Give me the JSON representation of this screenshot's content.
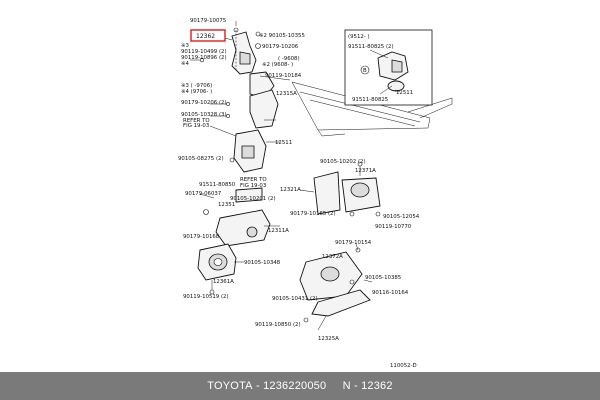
{
  "diagram": {
    "highlight_part": "12362",
    "labels": {
      "p90179_10075": "90179-10075",
      "p12362": "12362",
      "p90105_10355": "※2 90105-10355",
      "p90179_10206": "90179-10206",
      "m3a": "※3",
      "p90119_10499": "90119-10499 (2)",
      "p90119_10896": "90119-10896 (2)",
      "m4a": "※4",
      "r9608a": "(      -9608)",
      "r9608b": "※2 (9608-      )",
      "p90119_10184": "90119-10184",
      "m3b": "※3 (      -9706)",
      "m4b": "※4 (9706-      )",
      "p12315A": "12315A",
      "p90179_10206b": "90179-10206 (2)",
      "p90105_10328": "90105-10328 (3)",
      "refer1a": "REFER TO",
      "refer1b": "FIG 19-03",
      "p12511": "12511",
      "p90105_08275": "90105-08275 (2)",
      "p91511_80850": "91511-80850",
      "refer2a": "REFER TO",
      "refer2b": "FIG 19-03",
      "p90179_06037": "90179-06037",
      "p12351": "12351",
      "p90105_10201": "90105-10201 (2)",
      "p12311A": "12311A",
      "p90179_10168": "90179-10168",
      "p90105_10348": "90105-10348",
      "p12361A": "12361A",
      "p90119_10519": "90119-10519 (2)",
      "p9512": "(9512-      )",
      "p91511_80825a": "91511-80825 (2)",
      "circ_b": "B",
      "p12511b": "12511",
      "p91511_80825b": "91511-80825",
      "p90105_10202": "90105-10202 (2)",
      "p12371A": "12371A",
      "p12321A": "12321A",
      "p90179_10165": "90179-10165 (2)",
      "p90105_12054": "90105-12054",
      "p90119_10770": "90119-10770",
      "p90179_10154": "90179-10154",
      "p12372A": "12372A",
      "p90105_10385": "90105-10385",
      "p90105_10431": "90105-10431 (2)",
      "p90116_10164": "90116-10164",
      "p90119_10850": "90119-10850 (2)",
      "p12325A": "12325A",
      "code": "110052-D"
    }
  },
  "footer": {
    "brand": "TOYOTA",
    "sep1": " - ",
    "part_number": "1236220050",
    "sep2": "     N - ",
    "ref": "12362"
  }
}
